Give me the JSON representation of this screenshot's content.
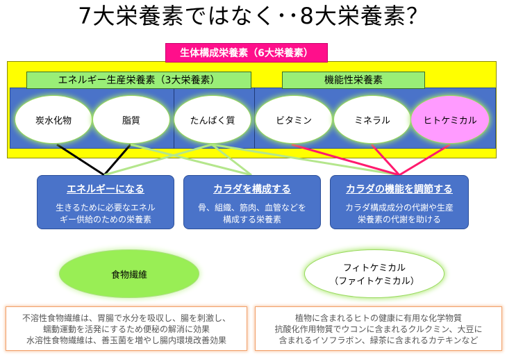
{
  "title": "7大栄養素ではなく･･8大栄養素？",
  "header_label": "生体構成栄養素（6大栄養素）",
  "energy_group_label": "エネルギー生産栄養素（3大栄養素）",
  "functional_group_label": "機能性栄養素",
  "nutrients": [
    "炭水化物",
    "脂質",
    "たんぱく質",
    "ビタミン",
    "ミネラル",
    "ヒトケミカル"
  ],
  "functions": [
    {
      "title": "エネルギーになる",
      "desc": "生きるために必要なエネル\nギー供給のための栄養素"
    },
    {
      "title": "カラダを構成する",
      "desc": "骨、組織、筋肉、血管などを\n構成する栄養素"
    },
    {
      "title": "カラダの機能を調節する",
      "desc": "カラダ構成成分の代謝や生産\n栄養素の代謝を助ける"
    }
  ],
  "fiber": {
    "label": "食物繊維",
    "note": "不溶性食物繊維は、胃腸で水分を吸収し、腸を刺激し、\n蠕動運動を活発にするため便秘の解消に効果\n水溶性食物繊維は、善玉菌を増やし腸内環境改善効果"
  },
  "phyto": {
    "label_line1": "フィトケミカル",
    "label_line2": "（ファイトケミカル）",
    "note": "植物に含まれるヒトの健康に有用な化学物質\n抗酸化作用物質でウコンに含まれるクルクミン、大豆に\n含まれるイソフラボン、緑茶に含まれるカテキンなど"
  },
  "colors": {
    "header_pink": "#ff0f8b",
    "group_green": "#99ee77",
    "panel_blue": "#4a73c9",
    "frame_yellow": "#ffff00",
    "line_black": "#000000",
    "line_green": "#b4e68c",
    "line_pink": "#ff1a6e",
    "fiber_green": "#99ee55"
  }
}
